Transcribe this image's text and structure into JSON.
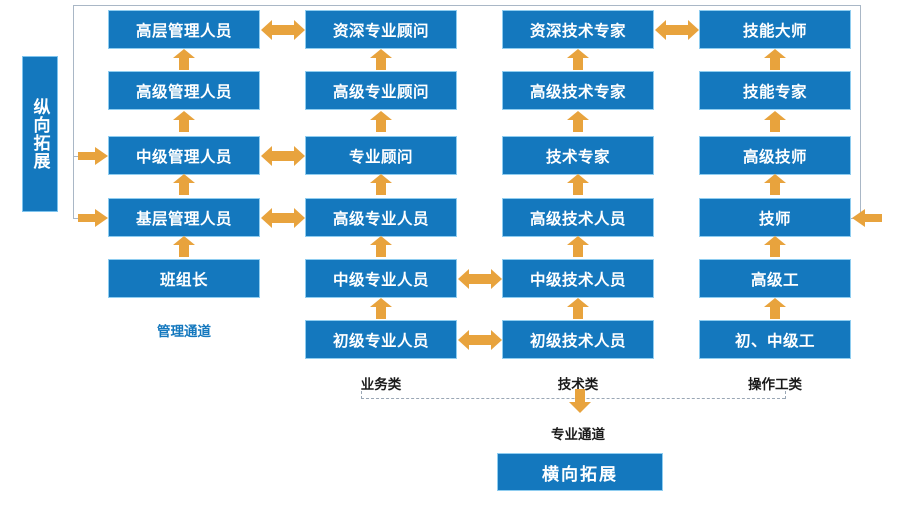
{
  "diagram": {
    "title_vertical": "纵向拓展",
    "banner": "横向拓展",
    "professional_channel": "专业通道",
    "management_channel": "管理通道",
    "colors": {
      "node_fill": "#1478BE",
      "node_border": "#8fcdf0",
      "arrow": "#E8A33D",
      "frame": "#a9b7c6",
      "channel_text": "#1478BE"
    }
  },
  "columns": [
    {
      "id": "management",
      "caption": "",
      "channel_label": "管理通道",
      "nodes": [
        {
          "row": 1,
          "label": "高层管理人员"
        },
        {
          "row": 2,
          "label": "高级管理人员"
        },
        {
          "row": 3,
          "label": "中级管理人员"
        },
        {
          "row": 4,
          "label": "基层管理人员"
        },
        {
          "row": 5,
          "label": "班组长"
        }
      ]
    },
    {
      "id": "business",
      "caption": "业务类",
      "nodes": [
        {
          "row": 1,
          "label": "资深专业顾问"
        },
        {
          "row": 2,
          "label": "高级专业顾问"
        },
        {
          "row": 3,
          "label": "专业顾问"
        },
        {
          "row": 4,
          "label": "高级专业人员"
        },
        {
          "row": 5,
          "label": "中级专业人员"
        },
        {
          "row": 6,
          "label": "初级专业人员"
        }
      ]
    },
    {
      "id": "technical",
      "caption": "技术类",
      "nodes": [
        {
          "row": 1,
          "label": "资深技术专家"
        },
        {
          "row": 2,
          "label": "高级技术专家"
        },
        {
          "row": 3,
          "label": "技术专家"
        },
        {
          "row": 4,
          "label": "高级技术人员"
        },
        {
          "row": 5,
          "label": "中级技术人员"
        },
        {
          "row": 6,
          "label": "初级技术人员"
        }
      ]
    },
    {
      "id": "operator",
      "caption": "操作工类",
      "nodes": [
        {
          "row": 1,
          "label": "技能大师"
        },
        {
          "row": 2,
          "label": "技能专家"
        },
        {
          "row": 3,
          "label": "高级技师"
        },
        {
          "row": 4,
          "label": "技师"
        },
        {
          "row": 5,
          "label": "高级工"
        },
        {
          "row": 6,
          "label": "初、中级工"
        }
      ]
    }
  ],
  "cross_links": [
    {
      "from": "management",
      "to": "business",
      "row": 1,
      "type": "double"
    },
    {
      "from": "management",
      "to": "business",
      "row": 3,
      "type": "double"
    },
    {
      "from": "management",
      "to": "business",
      "row": 4,
      "type": "double"
    },
    {
      "from": "business",
      "to": "technical",
      "row": 5,
      "type": "double"
    },
    {
      "from": "business",
      "to": "technical",
      "row": 6,
      "type": "double"
    },
    {
      "from": "technical",
      "to": "operator",
      "row": 1,
      "type": "double"
    },
    {
      "from": "frame",
      "to": "management",
      "row": 3,
      "type": "single-right"
    },
    {
      "from": "frame",
      "to": "management",
      "row": 4,
      "type": "single-right"
    },
    {
      "from": "frame",
      "to": "operator",
      "row": 4,
      "type": "single-left"
    }
  ]
}
